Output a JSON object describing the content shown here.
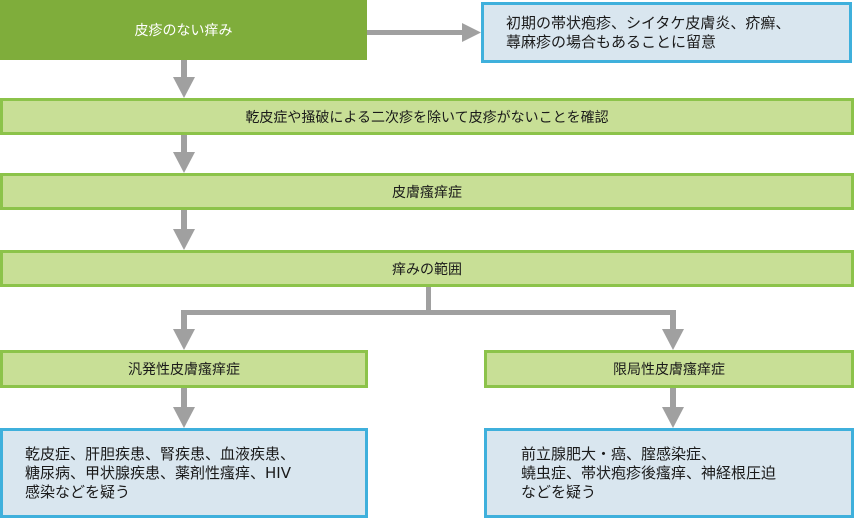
{
  "diagram": {
    "start": "皮疹のない痒み",
    "note_top": [
      "初期の帯状疱疹、シイタケ皮膚炎、疥癬、",
      "蕁麻疹の場合もあることに留意"
    ],
    "step_confirm": "乾皮症や掻破による二次疹を除いて皮疹がないことを確認",
    "step_pruritus": "皮膚瘙痒症",
    "step_range": "痒みの範囲",
    "branch_left": "汎発性皮膚瘙痒症",
    "branch_right": "限局性皮膚瘙痒症",
    "result_left": [
      "乾皮症、肝胆疾患、腎疾患、血液疾患、",
      "糖尿病、甲状腺疾患、薬剤性瘙痒、HIV",
      "感染などを疑う"
    ],
    "result_right": [
      "前立腺肥大・癌、腟感染症、",
      "蟯虫症、帯状疱疹後瘙痒、神経根圧迫",
      "などを疑う"
    ]
  },
  "colors": {
    "start_fill": "#7fad3b",
    "step_fill": "#c8df96",
    "step_border": "#8cc34a",
    "note_fill": "#d9e6ef",
    "note_border": "#3fb0dc",
    "connector": "#a0a0a0"
  }
}
